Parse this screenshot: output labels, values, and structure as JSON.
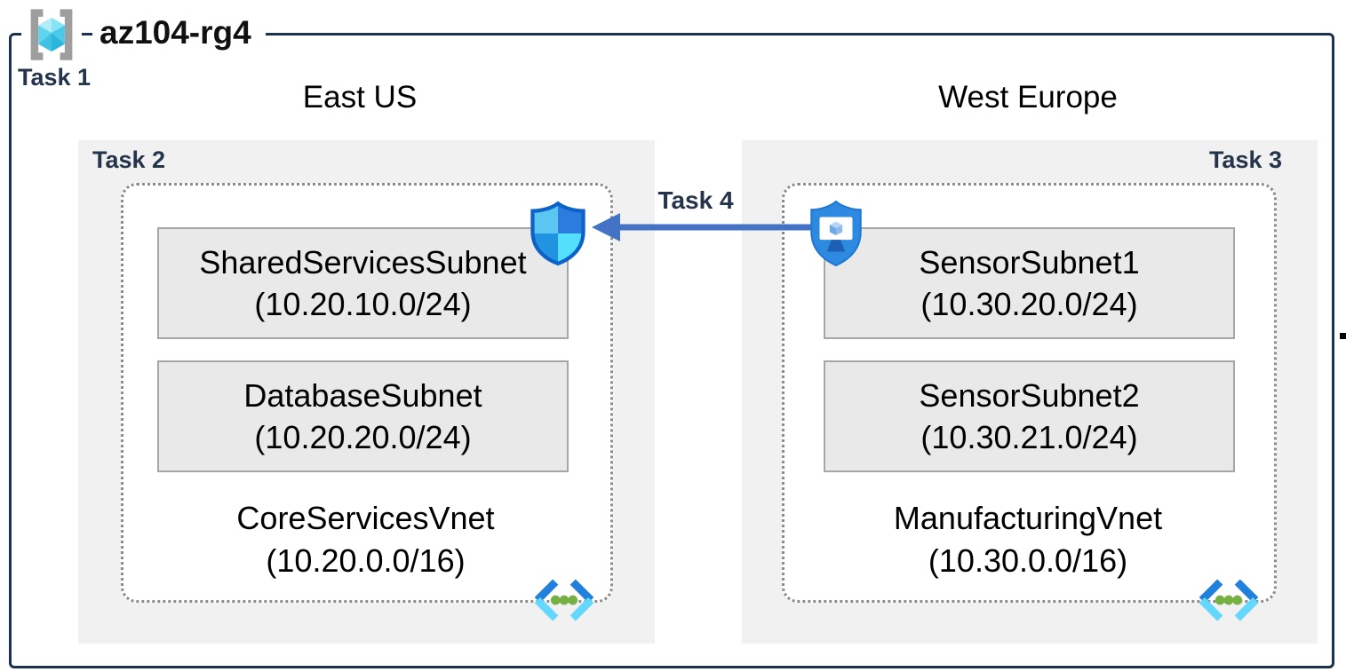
{
  "title": "az104-rg4",
  "resource_group_task": "Task 1",
  "regions": {
    "east": {
      "name": "East US",
      "task": "Task 2",
      "vnet": {
        "name": "CoreServicesVnet",
        "cidr": "(10.20.0.0/16)"
      },
      "subnets": [
        {
          "name": "SharedServicesSubnet",
          "cidr": "(10.20.10.0/24)"
        },
        {
          "name": "DatabaseSubnet",
          "cidr": "(10.20.20.0/24)"
        }
      ]
    },
    "west": {
      "name": "West Europe",
      "task": "Task 3",
      "vnet": {
        "name": "ManufacturingVnet",
        "cidr": "(10.30.0.0/16)"
      },
      "subnets": [
        {
          "name": "SensorSubnet1",
          "cidr": "(10.30.20.0/24)"
        },
        {
          "name": "SensorSubnet2",
          "cidr": "(10.30.21.0/24)"
        }
      ]
    }
  },
  "connection": {
    "label": "Task 4"
  },
  "icons": {
    "resource_group": "resource-group-icon",
    "network_security_group": "nsg-shield-icon",
    "bastion": "bastion-shield-monitor-icon",
    "virtual_network": "virtual-network-icon"
  },
  "colors": {
    "border_navy": "#1A3150",
    "task_label": "#24344B",
    "arrow_blue": "#4472C4",
    "panel_gray": "#F1F1F1",
    "subnet_fill": "#E9E9E9",
    "subnet_border": "#A6A6A6",
    "vnet_dotted_border": "#8C8C8C"
  }
}
